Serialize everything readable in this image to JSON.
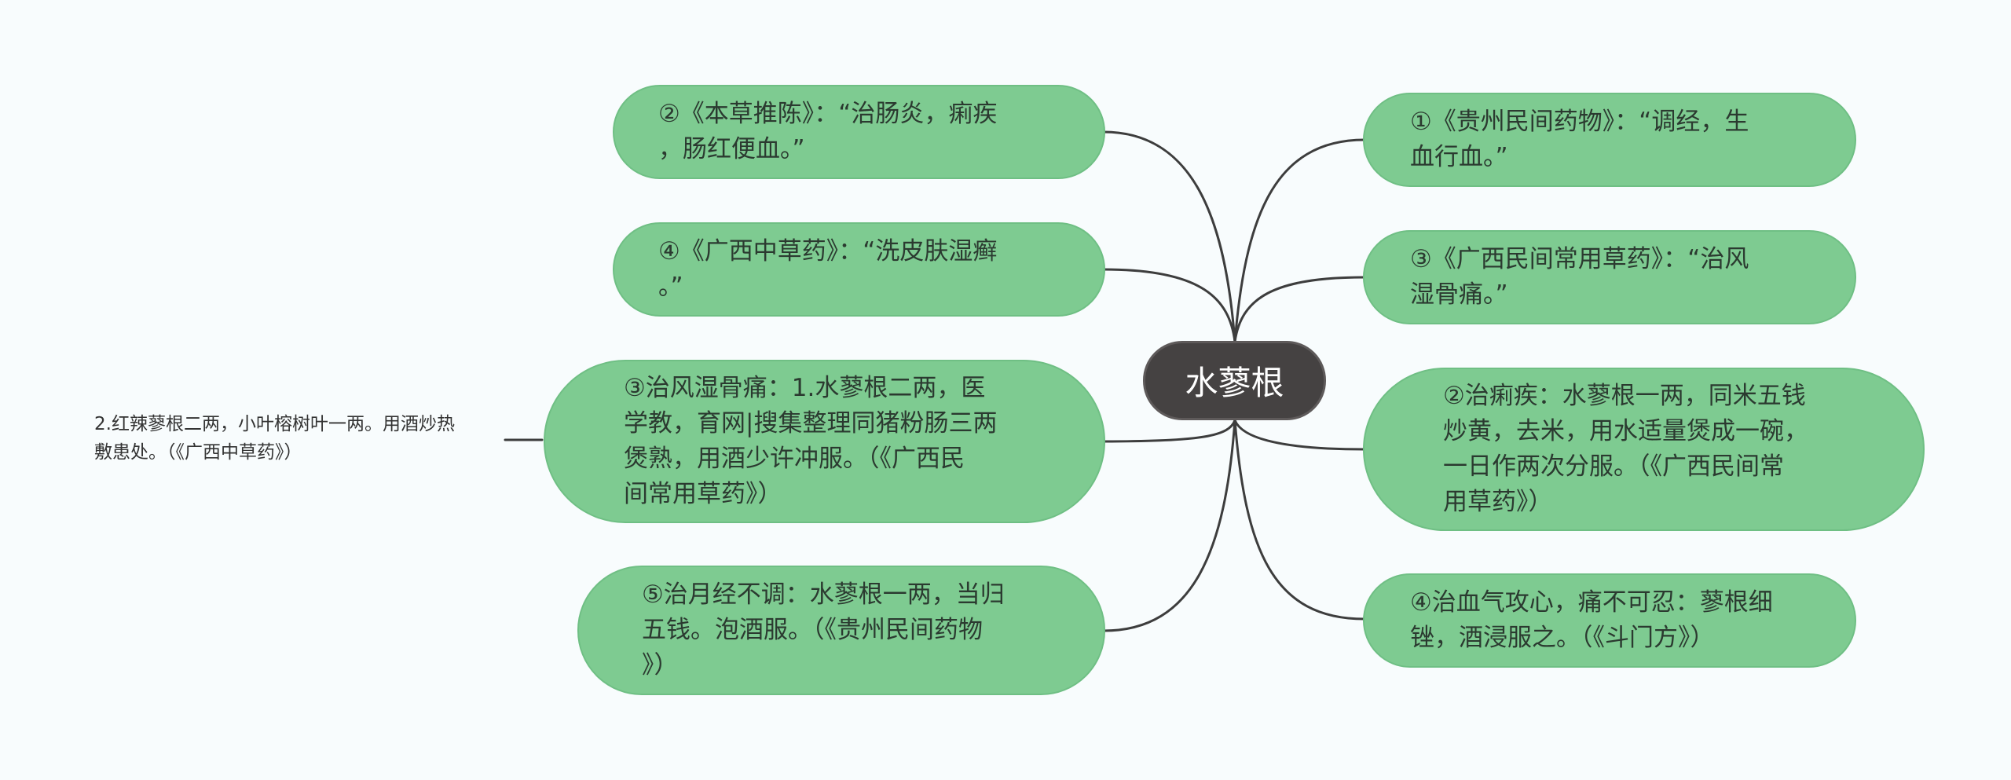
{
  "center": {
    "label": "水蓼根"
  },
  "left_nodes": [
    {
      "id": "l1",
      "text": "②《本草推陈》：“治肠炎，痢疾\n，肠红便血。”"
    },
    {
      "id": "l2",
      "text": "④《广西中草药》：“洗皮肤湿癣\n。”"
    },
    {
      "id": "l3",
      "text": "③治风湿骨痛：1.水蓼根二两，医\n学教，育网|搜集整理同猪粉肠三两\n煲熟，用酒少许冲服。（《广西民\n间常用草药》）"
    },
    {
      "id": "l4",
      "text": "⑤治月经不调：水蓼根一两，当归\n五钱。泡酒服。（《贵州民间药物\n》）"
    }
  ],
  "right_nodes": [
    {
      "id": "r1",
      "text": "①《贵州民间药物》：“调经，生\n血行血。”"
    },
    {
      "id": "r2",
      "text": "③《广西民间常用草药》：“治风\n湿骨痛。”"
    },
    {
      "id": "r3",
      "text": "②治痢疾：水蓼根一两，同米五钱\n炒黄，去米，用水适量煲成一碗，\n一日作两次分服。（《广西民间常\n用草药》）"
    },
    {
      "id": "r4",
      "text": "④治血气攻心，痛不可忍：蓼根细\n锉，酒浸服之。（《斗门方》）"
    }
  ],
  "leaf": {
    "text": "2.红辣蓼根二两，小叶榕树叶一两。用酒炒热\n敷患处。（《广西中草药》）"
  },
  "colors": {
    "node_fill": "#7ecb91",
    "center_fill": "#454242",
    "line": "#3d3d3d"
  }
}
